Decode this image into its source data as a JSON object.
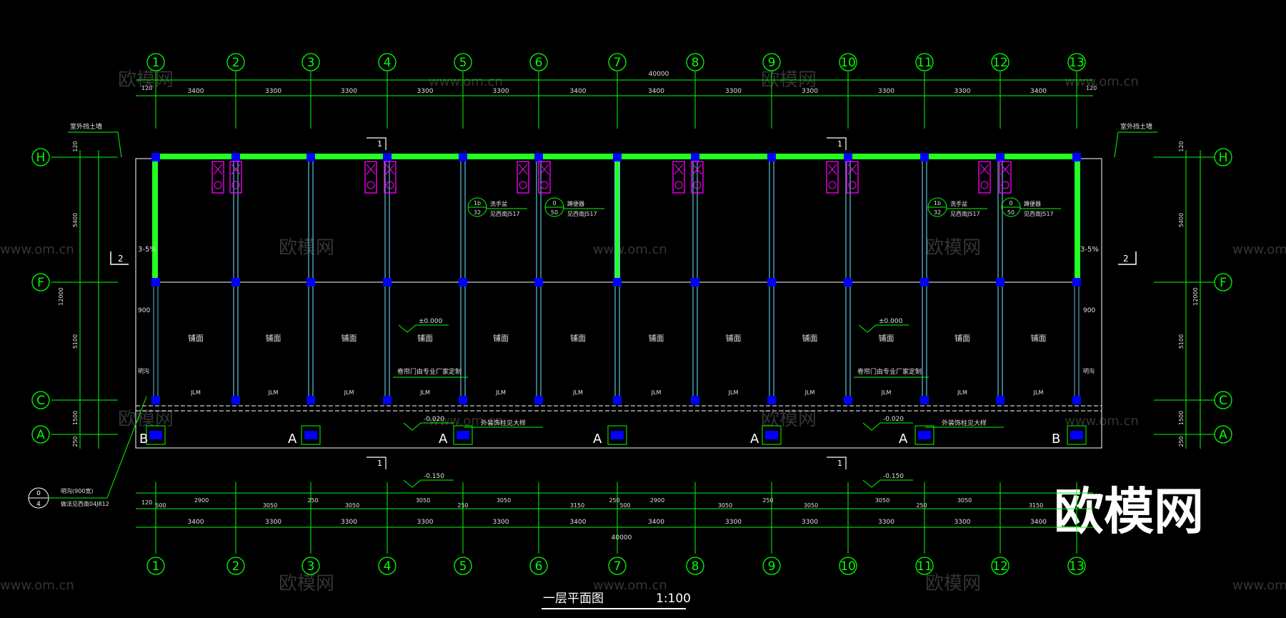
{
  "colors": {
    "background": "#000000",
    "grid": "#00ff00",
    "wall": "#22ff22",
    "column": "#0000ff",
    "partition": "#5bc0de",
    "dimension": "#e0e0e0",
    "equipment": "#ff00ff",
    "watermark": "#3a3a3a"
  },
  "axes": {
    "numbers": [
      "1",
      "2",
      "3",
      "4",
      "5",
      "6",
      "7",
      "8",
      "9",
      "10",
      "11",
      "12",
      "13"
    ],
    "letters": [
      "H",
      "F",
      "C",
      "A"
    ]
  },
  "dimensions": {
    "total": "40000",
    "top_spans": [
      "3400",
      "3300",
      "3300",
      "3300",
      "3300",
      "3400",
      "3400",
      "3300",
      "3300",
      "3300",
      "3300",
      "3400"
    ],
    "bottom_spans": [
      "3400",
      "3300",
      "3300",
      "3300",
      "3300",
      "3400",
      "3400",
      "3300",
      "3300",
      "3300",
      "3300",
      "3400"
    ],
    "bottom_detail": [
      "500",
      "2900",
      "3050",
      "250",
      "3050",
      "3050",
      "250",
      "3050",
      "3150",
      "250",
      "500",
      "2900",
      "3050",
      "250",
      "3050",
      "3050",
      "250",
      "3050",
      "3150"
    ],
    "edge_offset": "120",
    "left_vertical": [
      "120",
      "5400",
      "5100",
      "1500",
      "250"
    ],
    "left_total": "12000",
    "right_vertical": [
      "120",
      "5400",
      "5100",
      "1500",
      "250"
    ],
    "right_total": "12000"
  },
  "labels": {
    "retaining_wall_left": "室外挡土墙",
    "retaining_wall_right": "室外挡土墙",
    "slope_left": "3-5%",
    "slope_right": "3-5%",
    "dim_900": "900",
    "room": "铺面",
    "room_labels": [
      "铺面",
      "铺面",
      "铺面",
      "铺面",
      "铺面",
      "铺面",
      "铺面",
      "铺面",
      "铺面",
      "铺面",
      "铺面",
      "铺面"
    ],
    "level_0": "±0.000",
    "level_020": "-0.020",
    "level_150": "-0.150",
    "rolling_door": "卷帘门由专业厂家定制",
    "ext_column": "外装饰柱见大样",
    "door_code": "JLM",
    "section_mark": "1",
    "section_mark_2": "2",
    "col_type_a": "A",
    "col_type_b": "B",
    "ditch": "明沟",
    "ditch_note_top": "明沟(900宽)",
    "ditch_note_bottom": "做法见西南04J812",
    "ditch_symbol_top": "0",
    "ditch_symbol_bottom": "4",
    "sink_symbol": "1b",
    "sink_num": "32",
    "sink_text": "洗手盆",
    "sink_ref": "见西南J517",
    "toilet_symbol": "0",
    "toilet_num": "50",
    "toilet_text": "蹲便器",
    "toilet_ref": "见西南J517"
  },
  "title": {
    "name": "一层平面图",
    "scale": "1:100"
  },
  "watermark": {
    "brand": "欧模网",
    "url": "www.om.cn"
  }
}
